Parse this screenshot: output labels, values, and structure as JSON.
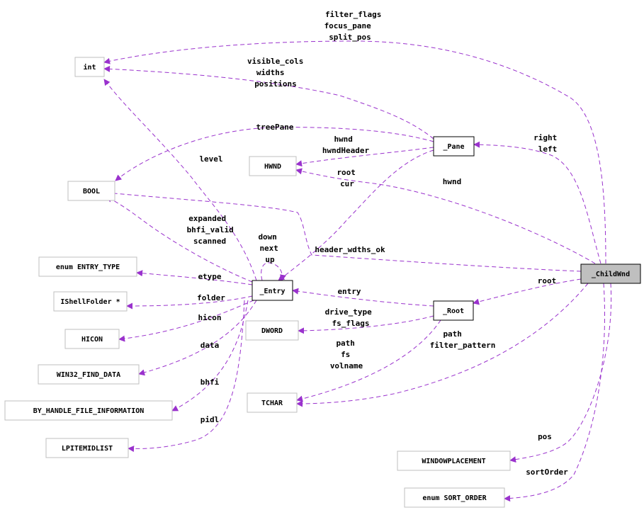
{
  "colors": {
    "edge": "#9a32cd",
    "box_border": "#bfbfbf",
    "main_fill": "#bfbfbf"
  },
  "nodes": {
    "int": "int",
    "hwnd": "HWND",
    "bool": "BOOL",
    "enum_entry_type": "enum ENTRY_TYPE",
    "ishellfolder": "IShellFolder *",
    "hicon": "HICON",
    "win32_find_data": "WIN32_FIND_DATA",
    "by_handle": "BY_HANDLE_FILE_INFORMATION",
    "lpitemidlist": "LPITEMIDLIST",
    "pane": "_Pane",
    "entry": "_Entry",
    "root": "_Root",
    "dword": "DWORD",
    "tchar": "TCHAR",
    "childwnd": "_ChildWnd",
    "windowplacement": "WINDOWPLACEMENT",
    "enum_sort_order": "enum SORT_ORDER"
  },
  "edge_labels": {
    "child_int": [
      "filter_flags",
      "focus_pane",
      "split_pos"
    ],
    "pane_int": [
      "visible_cols",
      "widths",
      "positions"
    ],
    "pane_bool": [
      "treePane"
    ],
    "pane_hwnd": [
      "hwnd",
      "hwndHeader"
    ],
    "entry_int": [
      "level"
    ],
    "pane_entry": [
      "root",
      "cur"
    ],
    "child_hwnd": [
      "hwnd"
    ],
    "child_pane": [
      "right",
      "left"
    ],
    "entry_bool": [
      "expanded",
      "bhfi_valid",
      "scanned"
    ],
    "entry_self": [
      "down",
      "next",
      "up"
    ],
    "child_bool": [
      "header_wdths_ok"
    ],
    "entry_type": [
      "etype"
    ],
    "entry_folder": [
      "folder"
    ],
    "root_entry": [
      "entry"
    ],
    "child_root": [
      "root"
    ],
    "entry_hicon": [
      "hicon"
    ],
    "root_dword": [
      "drive_type",
      "fs_flags"
    ],
    "entry_data": [
      "data"
    ],
    "root_tchar": [
      "path",
      "fs",
      "volname"
    ],
    "child_tchar": [
      "path",
      "filter_pattern"
    ],
    "entry_bhfi": [
      "bhfi"
    ],
    "entry_pidl": [
      "pidl"
    ],
    "child_pos": [
      "pos"
    ],
    "child_sort": [
      "sortOrder"
    ]
  }
}
